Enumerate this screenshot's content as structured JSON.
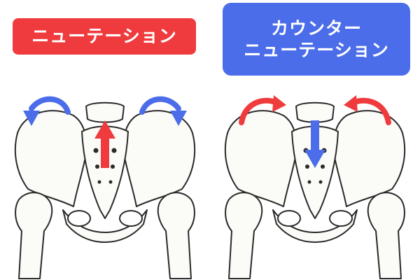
{
  "left_panel": {
    "label": "ニューテーション",
    "label_color": "#ef3b3d"
  },
  "right_panel": {
    "label_line1": "カウンター",
    "label_line2": "ニューテーション",
    "label_color": "#4b6de9"
  },
  "arrows": {
    "left": {
      "sacrum_arrow": "up",
      "sacrum_color": "#ef3b3d",
      "iliac_arrows_color": "#4b6de9"
    },
    "right": {
      "sacrum_arrow": "down",
      "sacrum_color": "#4b6de9",
      "iliac_arrows_color": "#ef3b3d"
    }
  }
}
